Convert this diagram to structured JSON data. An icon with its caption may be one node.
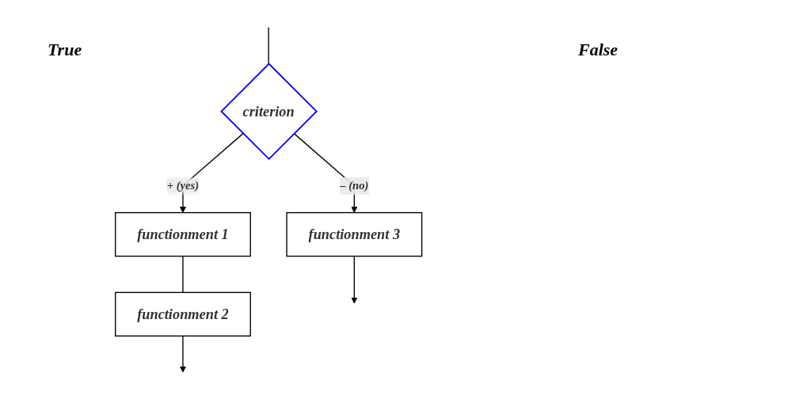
{
  "diagram": {
    "nodes": [
      {
        "text": [
          "criterion"
        ]
      },
      {
        "text": [
          "functionment 1"
        ]
      },
      {
        "text": [
          "functionment 2"
        ]
      },
      {
        "text": [
          "functionment 3"
        ]
      }
    ],
    "edges": [
      {
        "from": null,
        "to": 0,
        "arrow": "none"
      },
      {
        "from": 0,
        "to": 1,
        "arrow": "to",
        "label": "+ (yes)"
      },
      {
        "from": 0,
        "to": 3,
        "arrow": "to",
        "label": "– (no)"
      },
      {
        "from": 1,
        "to": 2,
        "arrow": "none"
      },
      {
        "from": 2,
        "to": null,
        "arrow": "to"
      },
      {
        "from": 3,
        "to": null,
        "arrow": "to"
      }
    ],
    "labels": [
      "True",
      "False"
    ]
  }
}
